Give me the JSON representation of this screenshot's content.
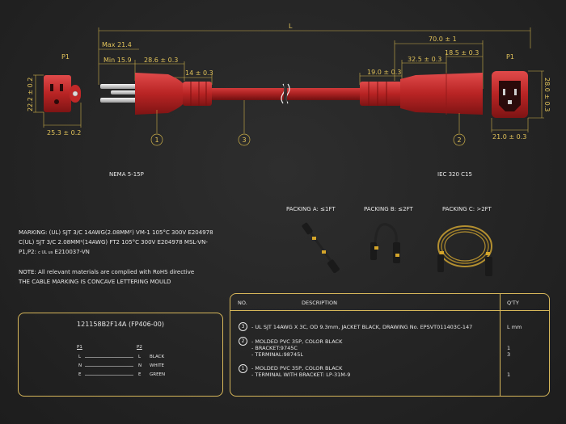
{
  "dimensions": {
    "overall": "L",
    "max": "Max 21.4",
    "min": "Min 15.9",
    "plug_body": "28.6 ± 0.3",
    "plug_strain": "14 ± 0.3",
    "conn_strain": "19.0 ± 0.3",
    "conn_total": "70.0 ± 1",
    "conn_body": "32.5 ± 0.3",
    "conn_head": "18.5 ± 0.3",
    "plug_height": "22.2 ± 0.2",
    "plug_width": "25.3 ± 0.2",
    "conn_height": "28.0 ± 0.3",
    "conn_width": "21.0 ± 0.3"
  },
  "labels": {
    "p1_left": "P1",
    "p1_right": "P1",
    "plug_type": "NEMA 5-15P",
    "conn_type": "IEC 320 C15",
    "callout_1": "1",
    "callout_3": "3",
    "callout_2": "2"
  },
  "packing": {
    "a": "PACKING A: ≤1FT",
    "b": "PACKING B: ≤2FT",
    "c": "PACKING C: >2FT"
  },
  "marking": {
    "line1": "MARKING: (UL) SJT 3/C 14AWG(2.08MM²) VM-1 105°C 300V E204978",
    "line2": "C(UL) SJT 3/C 2.08MM²(14AWG) FT2 105°C 300V E204978 MSL-VN-",
    "line3": "P1,P2: ",
    "ul_mark": "c UL us",
    "line3b": " E210037-VN"
  },
  "notes": {
    "line1": "NOTE: All relevant materials are complied with RoHS directive",
    "line2": "THE CABLE MARKING IS CONCAVE LETTERING MOULD"
  },
  "wiring": {
    "part_number": "121158B2F14A (FP406-00)",
    "col1": "P1",
    "col2": "P2",
    "rows": [
      {
        "p1": "L",
        "p2": "L",
        "color": "BLACK"
      },
      {
        "p1": "N",
        "p2": "N",
        "color": "WHITE"
      },
      {
        "p1": "E",
        "p2": "E",
        "color": "GREEN"
      }
    ]
  },
  "bom": {
    "headers": {
      "no": "NO.",
      "desc": "DESCRIPTION",
      "qty": "Q'TY"
    },
    "rows": [
      {
        "no": "3",
        "lines": [
          "- UL SJT 14AWG X 3C, OD 9.3mm, JACKET BLACK, DRAWING No. EPSVT011403C-147"
        ],
        "qty": [
          "L mm"
        ]
      },
      {
        "no": "2",
        "lines": [
          "- MOLDED PVC 35P, COLOR BLACK",
          "- BRACKET:9745C",
          "- TERMINAL:98745L"
        ],
        "qty": [
          "",
          "1",
          "3"
        ]
      },
      {
        "no": "1",
        "lines": [
          "- MOLDED PVC 35P, COLOR BLACK",
          "- TERMINAL WITH BRACKET: LP-31M-9"
        ],
        "qty": [
          "",
          "1"
        ]
      }
    ]
  },
  "colors": {
    "gold": "#d7b75a",
    "plug_red": "#c42a2a",
    "background": "#232323"
  }
}
